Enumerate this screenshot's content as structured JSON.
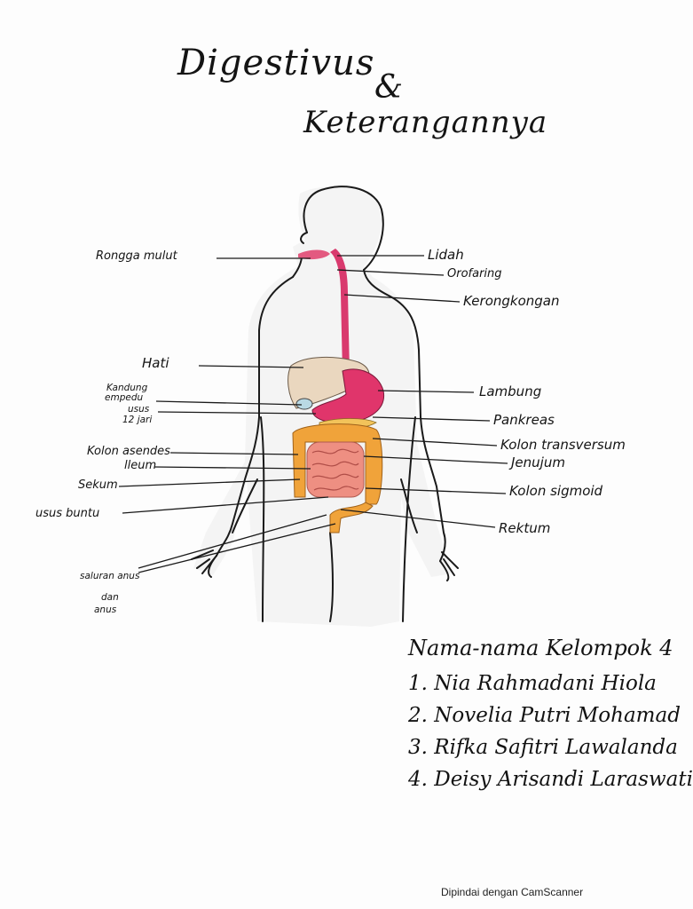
{
  "title": {
    "line1": "Digestivus",
    "line2": "&",
    "line3": "Keterangannya"
  },
  "labels_left": {
    "rongga_mulut": "Rongga mulut",
    "hati": "Hati",
    "kandung_empedu_1": "Kandung",
    "kandung_empedu_2": "empedu",
    "usus_12_1": "usus",
    "usus_12_2": "12 jari",
    "kolon_asendes": "Kolon asendes",
    "ileum": "lleum",
    "sekum": "Sekum",
    "usus_buntu": "usus buntu",
    "saluran_1": "saluran anus",
    "saluran_2": "dan",
    "saluran_3": "anus"
  },
  "labels_right": {
    "lidah": "Lidah",
    "orofaring": "Orofaring",
    "kerongkongan": "Kerongkongan",
    "lambung": "Lambung",
    "pankreas": "Pankreas",
    "kolon_transversum": "Kolon transversum",
    "jejunum": "Jenujum",
    "kolon_sigmoid": "Kolon sigmoid",
    "rektum": "Rektum"
  },
  "group": {
    "title": "Nama-nama Kelompok 4",
    "members": [
      "1. Nia Rahmadani Hiola",
      "2. Novelia Putri Mohamad",
      "3. Rifka Safitri Lawalanda",
      "4. Deisy Arisandi Laraswati"
    ]
  },
  "footer": "Dipindai dengan CamScanner",
  "colors": {
    "esophagus": "#d93a6e",
    "stomach": "#e0356b",
    "liver": "#ead7bf",
    "intestine": "#f0a33a",
    "small_intestine": "#ee8f82",
    "gallbladder": "#b9d9e4"
  }
}
